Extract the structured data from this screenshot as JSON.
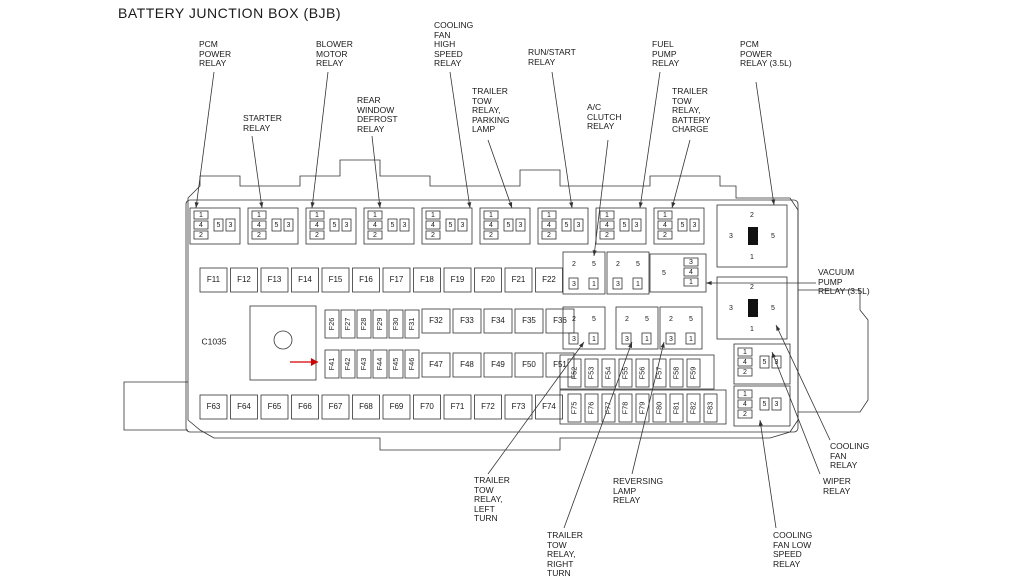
{
  "title": "BATTERY JUNCTION BOX (BJB)",
  "connector_label": "C1035",
  "callouts": [
    {
      "id": "pcm-power-relay",
      "text": "PCM\nPOWER\nRELAY"
    },
    {
      "id": "starter-relay",
      "text": "STARTER\nRELAY"
    },
    {
      "id": "blower-motor-relay",
      "text": "BLOWER\nMOTOR\nRELAY"
    },
    {
      "id": "rear-window-defrost-relay",
      "text": "REAR\nWINDOW\nDEFROST\nRELAY"
    },
    {
      "id": "cooling-fan-high-speed-relay",
      "text": "COOLING\nFAN\nHIGH\nSPEED\nRELAY"
    },
    {
      "id": "trailer-tow-parking-lamp",
      "text": "TRAILER\nTOW\nRELAY,\nPARKING\nLAMP"
    },
    {
      "id": "run-start-relay",
      "text": "RUN/START\nRELAY"
    },
    {
      "id": "ac-clutch-relay",
      "text": "A/C\nCLUTCH\nRELAY"
    },
    {
      "id": "fuel-pump-relay",
      "text": "FUEL\nPUMP\nRELAY"
    },
    {
      "id": "trailer-tow-battery-charge",
      "text": "TRAILER\nTOW\nRELAY,\nBATTERY\nCHARGE"
    },
    {
      "id": "pcm-power-relay-35l",
      "text": "PCM\nPOWER\nRELAY (3.5L)"
    },
    {
      "id": "vacuum-pump-relay",
      "text": "VACUUM\nPUMP\nRELAY (3.5L)"
    },
    {
      "id": "cooling-fan-relay",
      "text": "COOLING\nFAN\nRELAY"
    },
    {
      "id": "wiper-relay",
      "text": "WIPER\nRELAY"
    },
    {
      "id": "cooling-fan-low-speed-relay",
      "text": "COOLING\nFAN LOW\nSPEED\nRELAY"
    },
    {
      "id": "reversing-lamp-relay",
      "text": "REVERSING\nLAMP\nRELAY"
    },
    {
      "id": "trailer-tow-left-turn",
      "text": "TRAILER\nTOW\nRELAY,\nLEFT\nTURN"
    },
    {
      "id": "trailer-tow-right-turn",
      "text": "TRAILER\nTOW\nRELAY,\nRIGHT\nTURN"
    }
  ],
  "fuses": {
    "row1": [
      "F11",
      "F12",
      "F13",
      "F14",
      "F15",
      "F16",
      "F17",
      "F18",
      "F19",
      "F20",
      "F21",
      "F22"
    ],
    "mini_top": [
      "F26",
      "F27",
      "F28",
      "F29",
      "F30",
      "F31"
    ],
    "mini_bottom": [
      "F41",
      "F42",
      "F43",
      "F44",
      "F45",
      "F46"
    ],
    "cart_top": [
      "F32",
      "F33",
      "F34",
      "F35",
      "F36"
    ],
    "cart_bottom": [
      "F47",
      "F48",
      "F49",
      "F50",
      "F51"
    ],
    "mini_mid": [
      "F52",
      "F53",
      "F54",
      "F55",
      "F56",
      "F57",
      "F58",
      "F59"
    ],
    "mini_low": [
      "F75",
      "F76",
      "F77",
      "F78",
      "F79",
      "F80",
      "F81",
      "F82",
      "F83"
    ],
    "row_bottom": [
      "F63",
      "F64",
      "F65",
      "F66",
      "F67",
      "F68",
      "F69",
      "F70",
      "F71",
      "F72",
      "F73",
      "F74"
    ]
  },
  "relay_pins": {
    "left": [
      "1",
      "4",
      "2"
    ],
    "right": [
      "5",
      "3"
    ],
    "quad_top": [
      "2",
      "5"
    ],
    "quad_bottom": [
      "3",
      "1"
    ],
    "large_top": "2",
    "large_left": "3",
    "large_right": "5",
    "large_bottom": "1",
    "small_stack": [
      "3",
      "4",
      "1"
    ],
    "small_right": "5",
    "cf_left": [
      "1",
      "4",
      "2"
    ],
    "cf_right": [
      "5",
      "3"
    ]
  },
  "colors": {
    "line": "#333333",
    "arrow": "#d40000"
  }
}
